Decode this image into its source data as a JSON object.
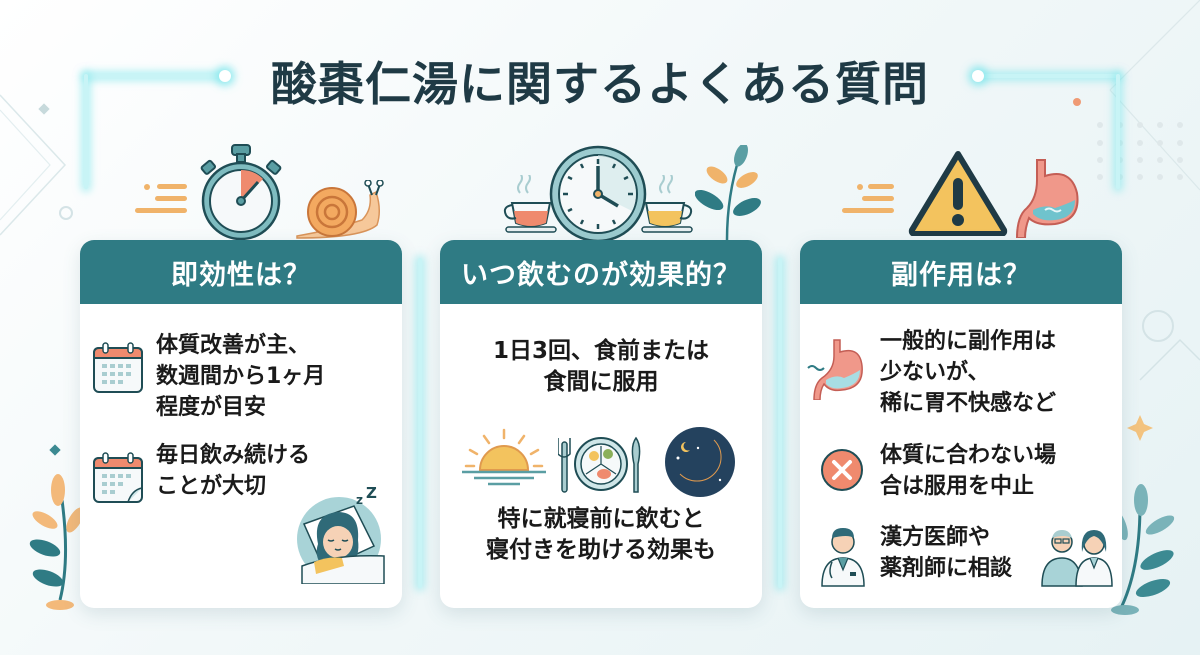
{
  "title": "酸棗仁湯に関するよくある質問",
  "colors": {
    "header_teal": "#2f7b84",
    "title_text": "#1f3a45",
    "accent_orange": "#f0b36a",
    "accent_coral": "#ef8a6e",
    "neon_cyan": "#c8f4f6"
  },
  "cards": [
    {
      "heading": "即効性は？",
      "top_icons": [
        "speed-lines-icon",
        "stopwatch-icon",
        "snail-icon"
      ],
      "items": [
        {
          "icon": "calendar-icon",
          "lines": [
            "体質改善が主、",
            "数週間から1ヶ月",
            "程度が目安"
          ]
        },
        {
          "icon": "calendar-icon",
          "lines": [
            "毎日飲み続ける",
            "ことが大切"
          ]
        }
      ],
      "illustration": "sleeping-woman-icon"
    },
    {
      "heading": "いつ飲むのが効果的？",
      "top_icons": [
        "tea-cup-icon",
        "clock-icon",
        "tea-cup-icon",
        "plant-icon"
      ],
      "intro_lines": [
        "1日3回、食前または",
        "食間に服用"
      ],
      "timing_icons": [
        "sunrise-icon",
        "meal-plate-icon",
        "night-moon-icon"
      ],
      "note_lines": [
        "特に就寝前に飲むと",
        "寝付きを助ける効果も"
      ]
    },
    {
      "heading": "副作用は？",
      "top_icons": [
        "speed-lines-icon",
        "warning-icon",
        "stomach-icon"
      ],
      "items": [
        {
          "icon": "stomach-icon",
          "lines": [
            "一般的に副作用は",
            "少ないが、",
            "稀に胃不快感など"
          ]
        },
        {
          "icon": "stop-x-icon",
          "lines": [
            "体質に合わない場",
            "合は服用を中止"
          ]
        },
        {
          "icon": "doctor-icon",
          "lines": [
            "漢方医師や",
            "薬剤師に相談"
          ]
        }
      ],
      "illustration": "pharmacists-icon"
    }
  ]
}
